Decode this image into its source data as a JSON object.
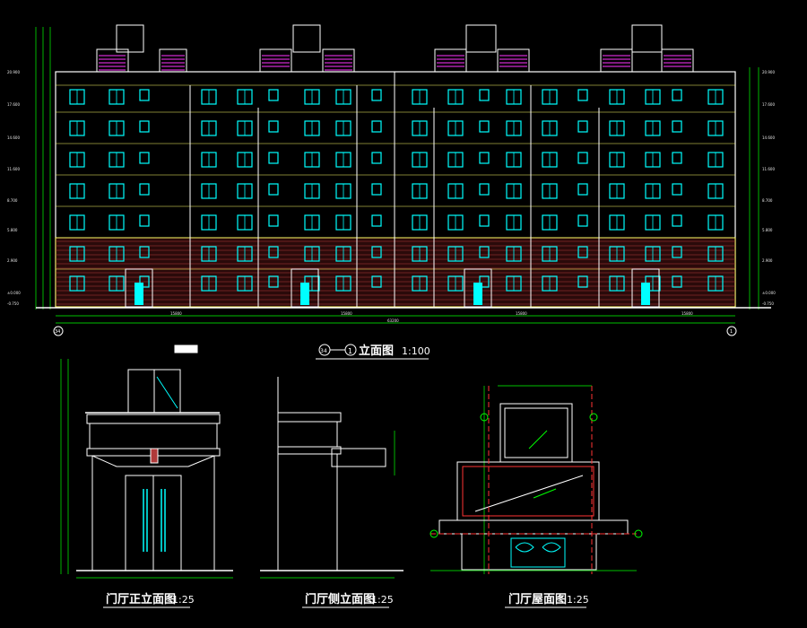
{
  "titles": {
    "main_elevation": {
      "axis_left": "34",
      "axis_num": "1",
      "name": "立面图",
      "scale": "1:100"
    },
    "lobby_front": {
      "name": "门厅正立面图",
      "scale": "1:25"
    },
    "lobby_side": {
      "name": "门厅侧立面图",
      "scale": "1:25"
    },
    "lobby_roof": {
      "name": "门厅屋面图",
      "scale": "1:25"
    }
  },
  "axes": {
    "left": "34",
    "right": "1"
  },
  "elevation_marks": {
    "right": [
      "20.900",
      "17.600",
      "14.600",
      "11.600",
      "8.700",
      "5.800",
      "2.900",
      "±0.000",
      "-0.750"
    ],
    "left": [
      "20.900",
      "17.600",
      "14.600",
      "11.600",
      "8.700",
      "5.800",
      "2.900",
      "±0.000",
      "-0.750"
    ]
  },
  "dimensions": {
    "total": "63200",
    "segments": [
      "15800",
      "15800",
      "15800",
      "15800"
    ]
  },
  "colors": {
    "background": "#000000",
    "window": "#00ffff",
    "brick": "#b03a3a",
    "wall_line": "#ffffff",
    "dim_line": "#00ff00",
    "roof_accent": "#ff33ff",
    "grid_line": "#ffff66"
  }
}
